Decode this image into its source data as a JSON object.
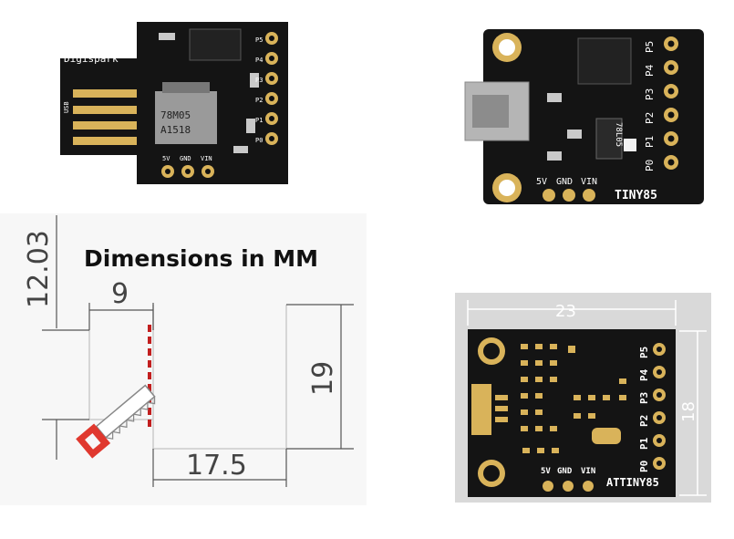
{
  "photo_digispark": {
    "board_name": "Digispark",
    "usb_label": "USB",
    "pins": [
      "P5",
      "P4",
      "P3",
      "P2",
      "P1",
      "P0"
    ],
    "power_labels": [
      "5V",
      "GND",
      "VIN"
    ],
    "chip_text_1": "78M05",
    "chip_text_2": "A1518"
  },
  "photo_micro": {
    "pins": [
      "P5",
      "P4",
      "P3",
      "P2",
      "P1",
      "P0"
    ],
    "power_labels": [
      "5V",
      "GND",
      "VIN"
    ],
    "board_name": "TINY85",
    "chip_text": "78L05"
  },
  "drawing": {
    "title": "Dimensions in MM",
    "dim_height_top": "12.03",
    "dim_width_top": "9",
    "dim_height_right": "19",
    "dim_width_bottom": "17.5"
  },
  "pcb_render": {
    "dim_width": "23",
    "dim_height": "18",
    "pins": [
      "P5",
      "P4",
      "P3",
      "P2",
      "P1",
      "P0"
    ],
    "power_labels": [
      "5V",
      "GND",
      "VIN"
    ],
    "board_name": "ATTINY85"
  },
  "colors": {
    "pcb": "#141414",
    "gold": "#d9b35a",
    "saw_red": "#e0382e",
    "cut_line": "#c21f1f"
  }
}
